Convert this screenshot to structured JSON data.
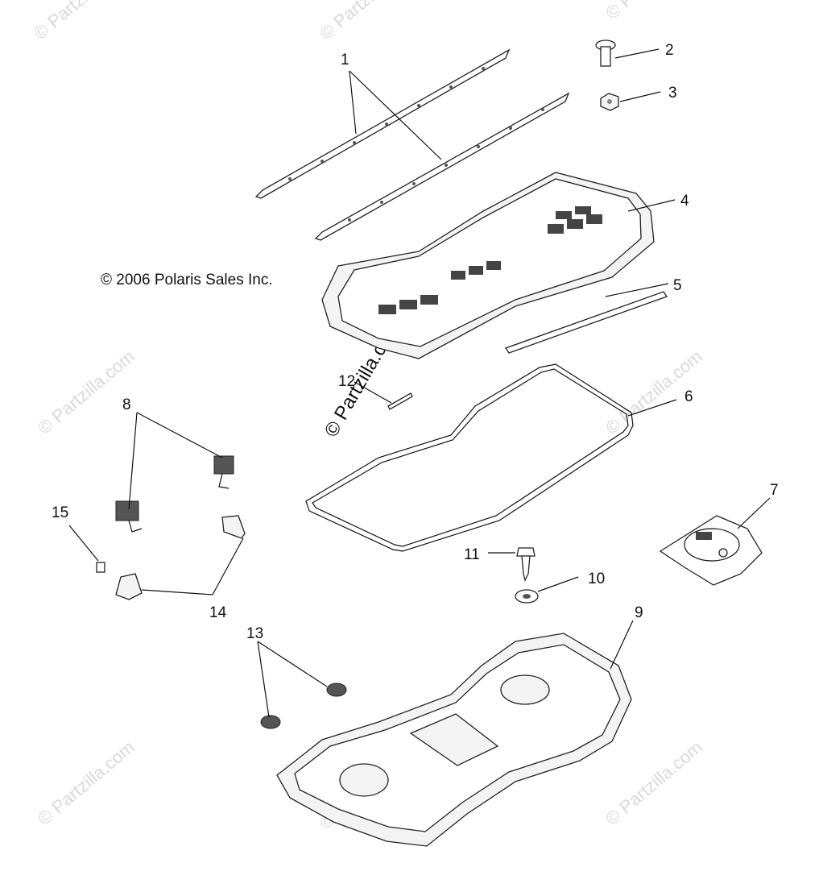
{
  "copyright": "© 2006 Polaris Sales Inc.",
  "watermark_main": "© Partzilla.com",
  "watermark_faint": "© Partzilla.com",
  "callouts": [
    "1",
    "2",
    "3",
    "4",
    "5",
    "6",
    "7",
    "8",
    "9",
    "10",
    "11",
    "12",
    "13",
    "14",
    "15"
  ],
  "colors": {
    "line": "#111111",
    "watermark": "#d9d9d9",
    "background": "#ffffff"
  }
}
